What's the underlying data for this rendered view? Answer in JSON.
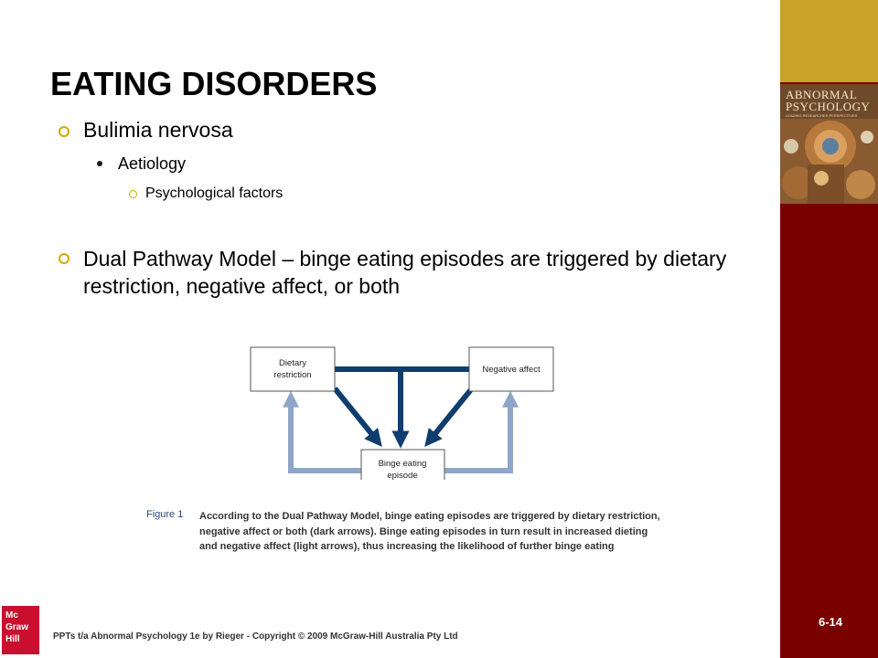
{
  "slide": {
    "title": "EATING DISORDERS",
    "bullets": [
      {
        "level": 1,
        "text": "Bulimia nervosa"
      },
      {
        "level": 2,
        "text": "Aetiology"
      },
      {
        "level": 3,
        "text": "Psychological factors"
      },
      {
        "level": 1,
        "text": "Dual Pathway Model – binge eating episodes are triggered by dietary restriction, negative affect, or both"
      }
    ],
    "page_number": "6-14",
    "footer": "PPTs t/a Abnormal Psychology 1e by Rieger - Copyright © 2009 McGraw-Hill Australia Pty Ltd"
  },
  "book_cover": {
    "title_line1": "ABNORMAL",
    "title_line2": "PSYCHOLOGY",
    "subtitle": "LEADING RESEARCHER PERSPECTIVES"
  },
  "logo": {
    "lines": [
      "Mc",
      "Graw",
      "Hill"
    ]
  },
  "diagram": {
    "nodes": {
      "dietary": "Dietary restriction",
      "negative": "Negative affect",
      "binge": "Binge eating episode"
    },
    "dark_arrow_color": "#0f3d6e",
    "light_arrow_color": "#8fa6c8"
  },
  "figure": {
    "label": "Figure 1",
    "caption": "According to the Dual Pathway Model, binge eating episodes are triggered by dietary restriction, negative affect or both (dark arrows). Binge eating episodes in turn result in increased dieting and negative affect (light arrows), thus increasing the likelihood of further binge eating"
  },
  "colors": {
    "sidebar_gold": "#c9a227",
    "sidebar_maroon": "#7a0000",
    "bullet_gold": "#d4a800",
    "logo_red": "#c8102e"
  }
}
